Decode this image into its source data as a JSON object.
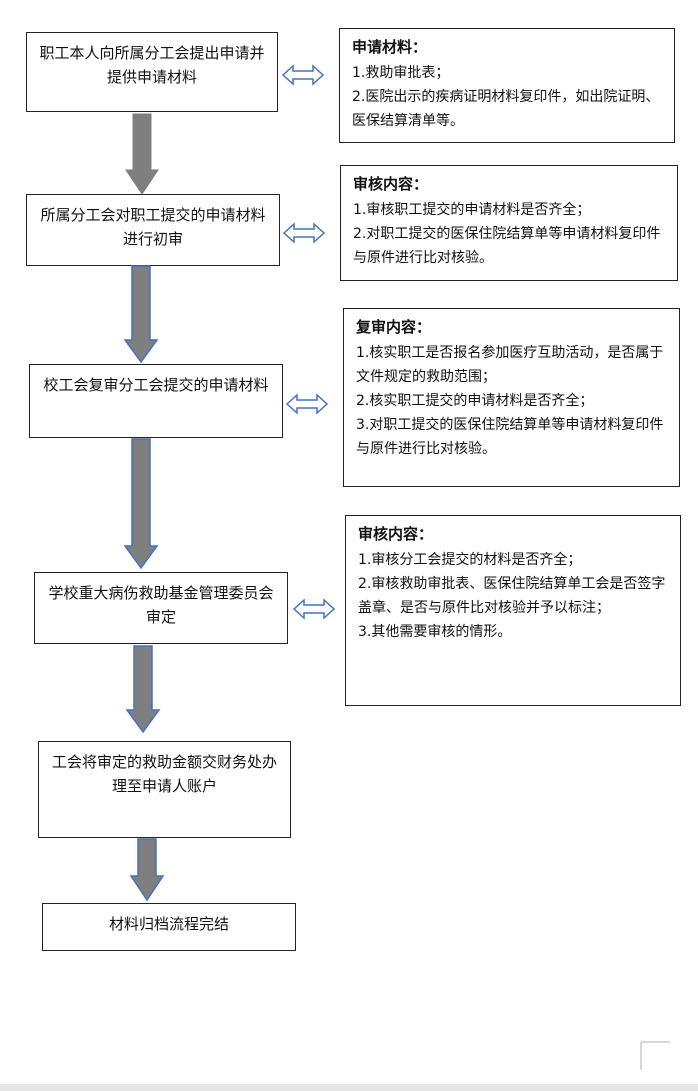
{
  "steps": [
    {
      "text": "职工本人向所属分工会提出申请并提供申请材料"
    },
    {
      "text": "所属分工会对职工提交的申请材料进行初审"
    },
    {
      "text": "校工会复审分工会提交的申请材料"
    },
    {
      "text": "学校重大病伤救助基金管理委员会审定"
    },
    {
      "text": "工会将审定的救助金额交财务处办理至申请人账户"
    },
    {
      "text": "材料归档流程完结"
    }
  ],
  "notes": [
    {
      "title": "申请材料：",
      "lines": [
        "1.救助审批表；",
        "2.医院出示的疾病证明材料复印件，如出院证明、医保结算清单等。"
      ]
    },
    {
      "title": "审核内容：",
      "lines": [
        "1.审核职工提交的申请材料是否齐全；",
        "2.对职工提交的医保住院结算单等申请材料复印件与原件进行比对核验。"
      ]
    },
    {
      "title": "复审内容：",
      "lines": [
        "1.核实职工是否报名参加医疗互助活动，是否属于文件规定的救助范围；",
        "2.核实职工提交的申请材料是否齐全；",
        "3.对职工提交的医保住院结算单等申请材料复印件与原件进行比对核验。"
      ]
    },
    {
      "title": "审核内容：",
      "lines": [
        "1.审核分工会提交的材料是否齐全；",
        "2.审核救助审批表、医保住院结算单工会是否签字盖章、是否与原件比对核验并予以标注；",
        "3.其他需要审核的情形。"
      ]
    }
  ],
  "colors": {
    "arrow_fill": "#7f7f7f",
    "arrow_stroke": "#4472c4",
    "double_arrow": "#4472c4"
  }
}
